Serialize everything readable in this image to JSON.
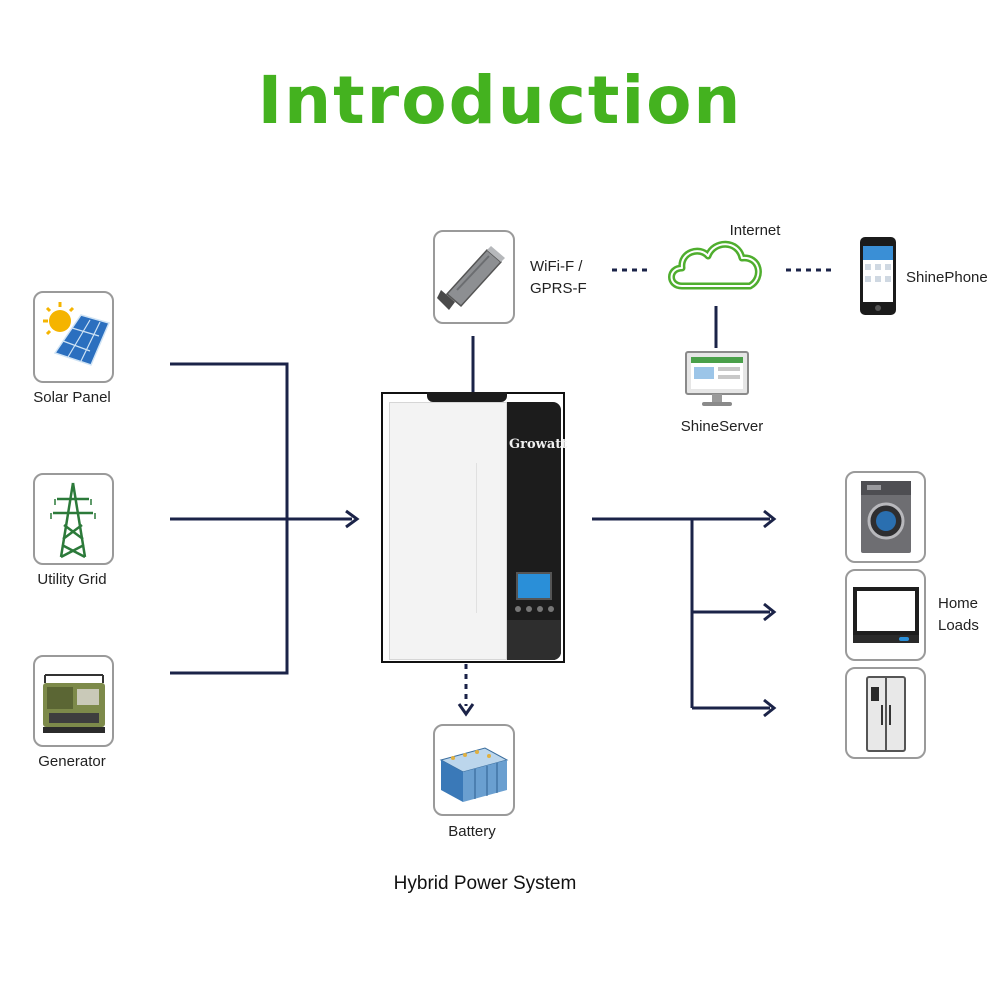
{
  "title": "Introduction",
  "caption": "Hybrid Power System",
  "colors": {
    "title": "#44b21f",
    "lines": "#1b2348",
    "inverter_panel": "#1c1c1c",
    "lcd": "#2a8fd8"
  },
  "inverter": {
    "brand": "Growatt"
  },
  "sources": [
    {
      "id": "solar",
      "label": "Solar Panel",
      "icon": "solar-panel-icon"
    },
    {
      "id": "grid",
      "label": "Utility Grid",
      "icon": "transmission-tower-icon"
    },
    {
      "id": "generator",
      "label": "Generator",
      "icon": "generator-icon"
    }
  ],
  "monitoring": {
    "wifi": {
      "label_line1": "WiFi-F /",
      "label_line2": "GPRS-F",
      "icon": "wifi-dongle-icon"
    },
    "internet": {
      "label": "Internet",
      "icon": "cloud-icon"
    },
    "phone": {
      "label": "ShinePhone",
      "icon": "smartphone-icon"
    },
    "server": {
      "label": "ShineServer",
      "icon": "monitor-icon"
    }
  },
  "battery": {
    "label": "Battery",
    "icon": "battery-pack-icon"
  },
  "loads": {
    "label_line1": "Home",
    "label_line2": "Loads",
    "items": [
      {
        "id": "washer",
        "icon": "washing-machine-icon"
      },
      {
        "id": "tv",
        "icon": "television-icon"
      },
      {
        "id": "fridge",
        "icon": "refrigerator-icon"
      }
    ]
  }
}
